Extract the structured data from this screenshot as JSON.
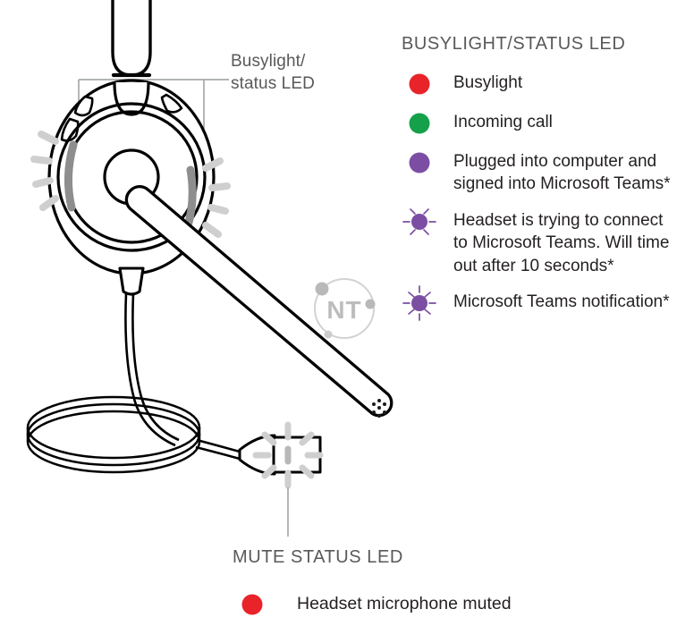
{
  "diagram": {
    "callout_label": "Busylight/\nstatus LED",
    "callout_line1": "Busylight/",
    "callout_line2": "status LED",
    "watermark": "NT",
    "device": "headset-with-boom-microphone-and-usb-cable"
  },
  "colors": {
    "busylight_red": "#e8232a",
    "incoming_green": "#14a14a",
    "teams_purple": "#7b4ea3",
    "heading_gray": "#58595b",
    "body_black": "#231f20",
    "led_strip_gray": "#9a9a9a",
    "flash_gray": "#cfcfcf",
    "leader_gray": "#a7a9ac",
    "watermark_gray": "#bcbcbc",
    "outline_black": "#000000"
  },
  "busylight_section": {
    "heading": "BUSYLIGHT/STATUS LED",
    "items": [
      {
        "color": "#e8232a",
        "state": "solid",
        "label": "Busylight"
      },
      {
        "color": "#14a14a",
        "state": "solid",
        "label": "Incoming call"
      },
      {
        "color": "#7b4ea3",
        "state": "solid",
        "label": "Plugged into computer and signed into Microsoft Teams*"
      },
      {
        "color": "#7b4ea3",
        "state": "flashing-6",
        "label": "Headset is trying to connect to Microsoft Teams. Will time out after 10 seconds*"
      },
      {
        "color": "#7b4ea3",
        "state": "flashing-8",
        "label": "Microsoft Teams notification*"
      }
    ]
  },
  "mute_section": {
    "heading": "MUTE STATUS LED",
    "items": [
      {
        "color": "#e8232a",
        "state": "solid",
        "label": "Headset microphone muted"
      }
    ]
  }
}
